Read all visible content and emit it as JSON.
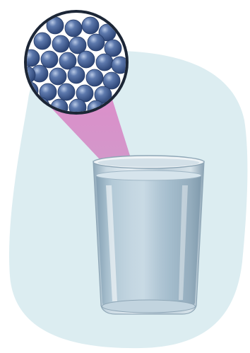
{
  "colors": {
    "page_background": "#ffffff",
    "backdrop_blob": "#dcedf1",
    "magnifier_ring": "#1c2636",
    "magnifier_inner": "#ffffff",
    "particle": "#3f5a8f",
    "particle_highlight": "#b8c9e6",
    "zoom_beam": "#d266b4",
    "glass_rim": "#eef3f6",
    "glass_body": "#c9d9e3",
    "water": "#a9c2d1",
    "water_surface": "#d6e4ec"
  },
  "icons": {
    "magnifier": "magnifier-circle-icon",
    "particles": "water-molecule-particles",
    "glass": "glass-of-water-icon"
  },
  "illustration": {
    "subject": "glass of water",
    "particle_count": 34
  }
}
